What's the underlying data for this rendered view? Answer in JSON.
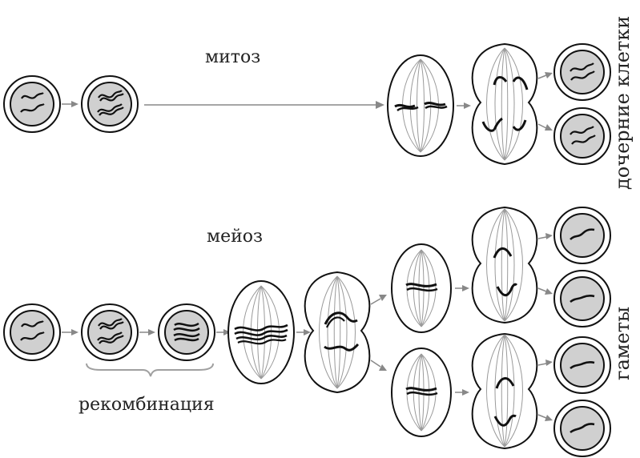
{
  "labels": {
    "mitosis": "митоз",
    "meiosis": "мейоз",
    "recombination": "рекомбинация",
    "daughter_cells": "дочерние клетки",
    "gametes": "гаметы"
  },
  "colors": {
    "outline": "#111111",
    "nucleus_fill": "#d0d0d0",
    "arrow": "#888888",
    "spindle": "#9a9a9a",
    "chromosome": "#111111",
    "brace": "#a0a0a0"
  }
}
